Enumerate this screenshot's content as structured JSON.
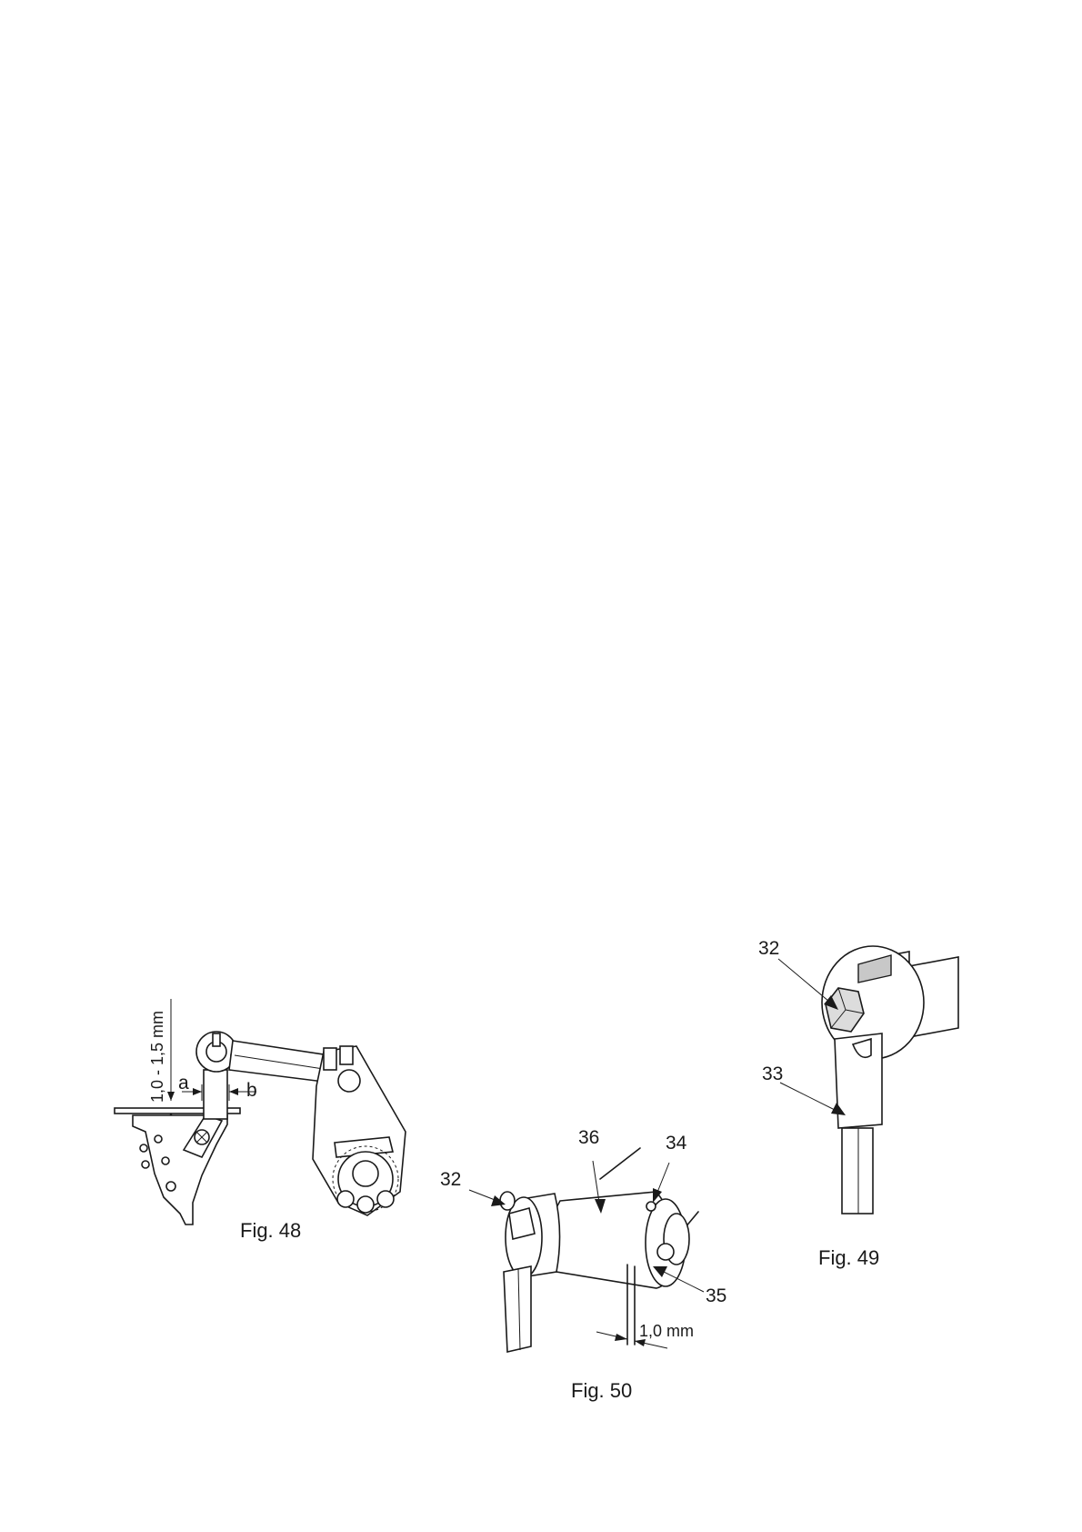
{
  "fig48": {
    "caption": "Fig. 48",
    "dimension_vertical": "1,0 - 1,5 mm",
    "label_a": "a",
    "label_b": "b"
  },
  "fig49": {
    "caption": "Fig. 49",
    "callout_32": "32",
    "callout_33": "33"
  },
  "fig50": {
    "caption": "Fig. 50",
    "callout_32": "32",
    "callout_34": "34",
    "callout_35": "35",
    "callout_36": "36",
    "dimension_gap": "1,0 mm"
  }
}
